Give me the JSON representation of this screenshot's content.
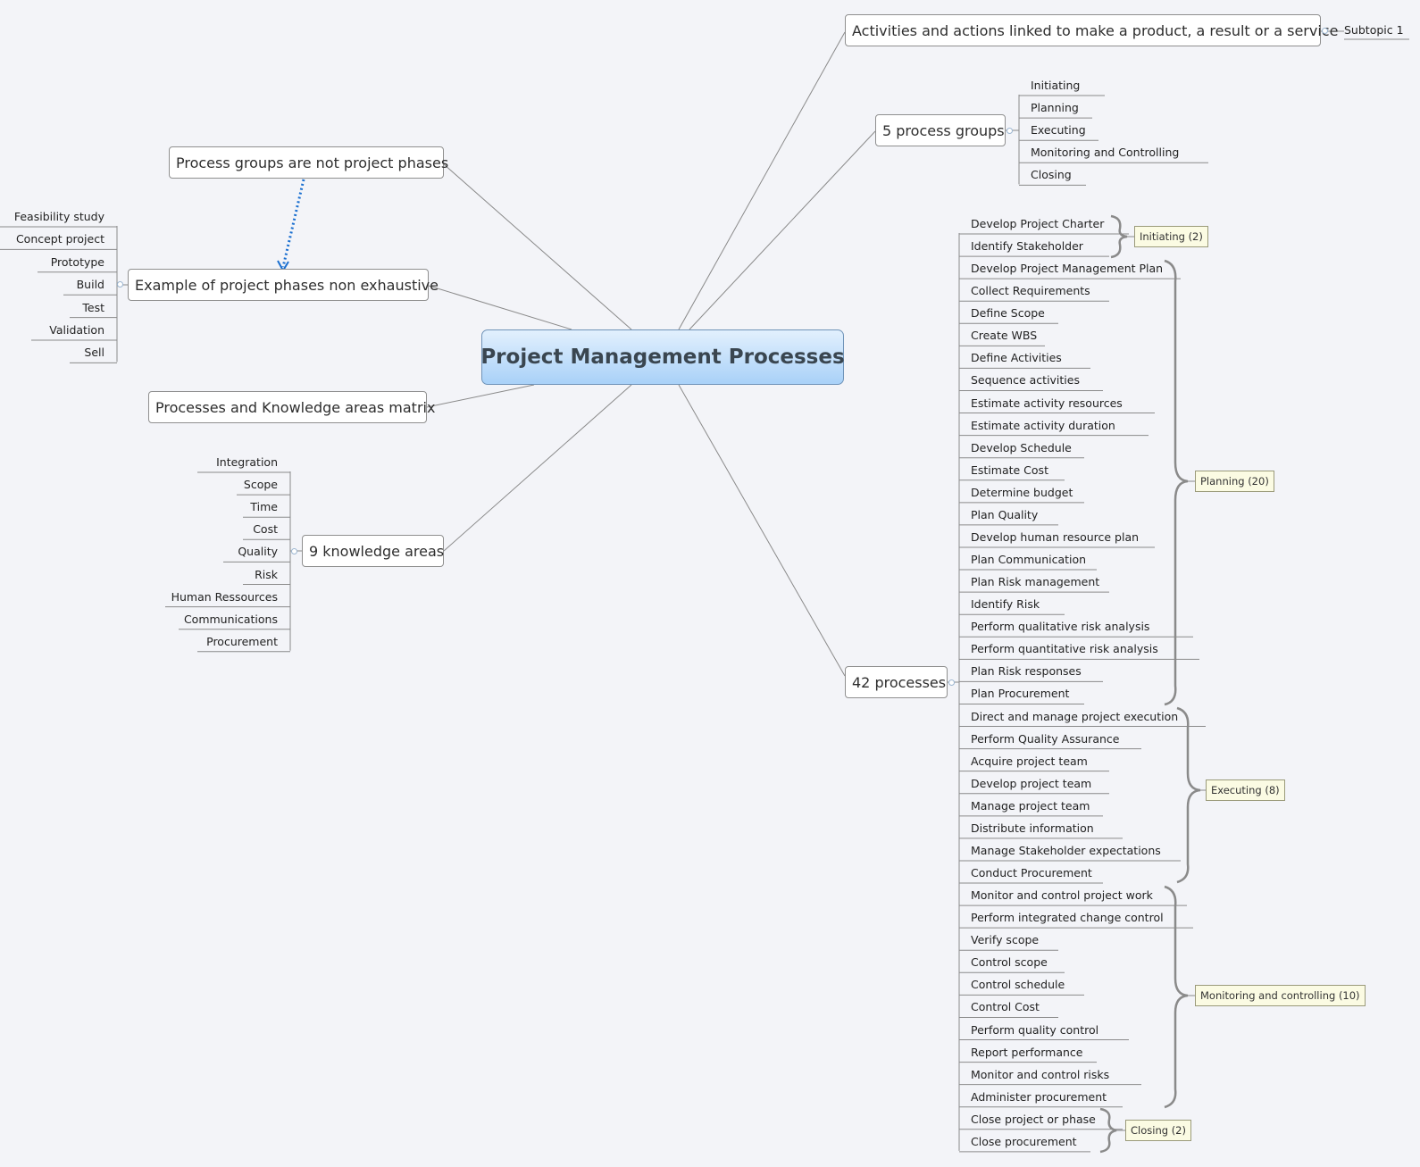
{
  "central": "Project Management Processes",
  "left": {
    "not_phases": "Process groups are not project phases",
    "phases": {
      "label": "Example of project phases non exhaustive",
      "items": [
        "Feasibility study",
        "Concept project",
        "Prototype",
        "Build",
        "Test",
        "Validation",
        "Sell"
      ]
    },
    "matrix": "Processes and Knowledge areas matrix",
    "knowledge": {
      "label": "9 knowledge areas",
      "items": [
        "Integration",
        "Scope",
        "Time",
        "Cost",
        "Quality",
        "Risk",
        "Human Ressources",
        "Communications",
        "Procurement"
      ]
    }
  },
  "right": {
    "activities": {
      "label": "Activities and actions linked to make a product, a result or a service",
      "sub": "Subtopic 1"
    },
    "groups": {
      "label": "5 process groups",
      "items": [
        "Initiating",
        "Planning",
        "Executing",
        "Monitoring and Controlling",
        "Closing"
      ]
    },
    "processes": {
      "label": "42 processes",
      "items": [
        "Develop Project Charter",
        "Identify Stakeholder",
        "Develop Project Management Plan",
        "Collect Requirements",
        "Define Scope",
        "Create WBS",
        "Define Activities",
        "Sequence activities",
        "Estimate activity resources",
        "Estimate activity duration",
        "Develop Schedule",
        "Estimate Cost",
        "Determine budget",
        "Plan Quality",
        "Develop human resource plan",
        "Plan Communication",
        "Plan Risk management",
        "Identify Risk",
        "Perform qualitative risk analysis",
        "Perform quantitative risk analysis",
        "Plan Risk responses",
        "Plan Procurement",
        "Direct and manage project execution",
        "Perform Quality Assurance",
        "Acquire project team",
        "Develop project team",
        "Manage project team",
        "Distribute information",
        "Manage Stakeholder expectations",
        "Conduct Procurement",
        "Monitor and control project work",
        "Perform integrated change control",
        "Verify scope",
        "Control scope",
        "Control schedule",
        "Control Cost",
        "Perform quality control",
        "Report performance",
        "Monitor and control risks",
        "Administer procurement",
        "Close project or phase",
        "Close procurement"
      ],
      "summaries": [
        "Initiating (2)",
        "Planning (20)",
        "Executing (8)",
        "Monitoring and controlling (10)",
        "Closing (2)"
      ]
    }
  }
}
